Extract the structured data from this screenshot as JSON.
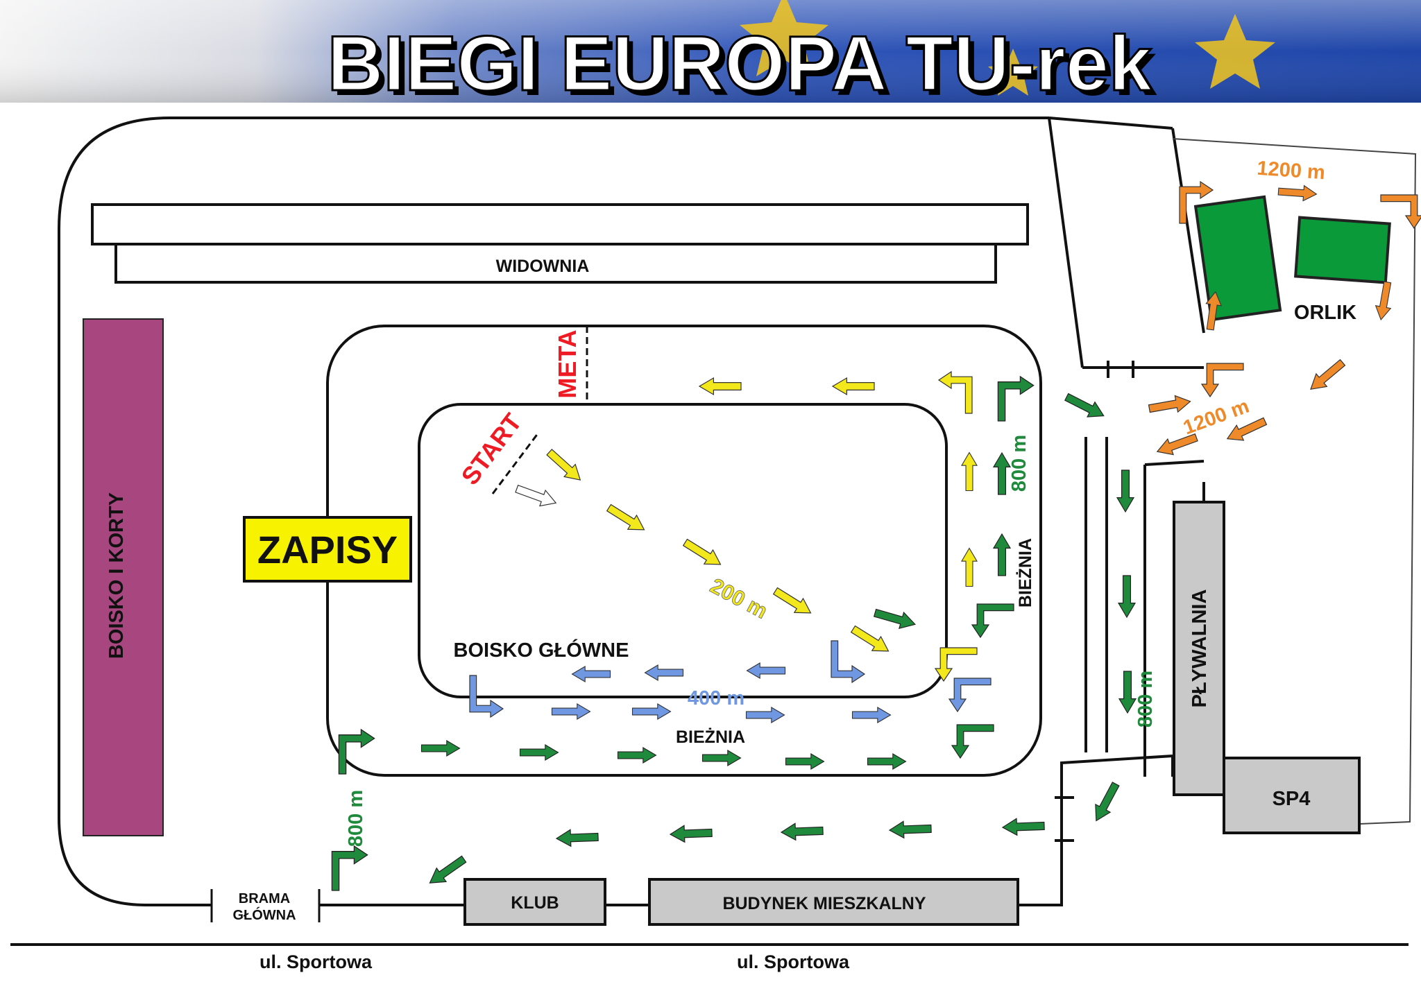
{
  "title": "BIEGI EUROPA TU-rek",
  "colors": {
    "route_800": "#1f8a3c",
    "route_400": "#6f97e2",
    "route_200": "#f2e81c",
    "route_1200": "#ee8a2a",
    "start_white": "#ffffff",
    "boisko_korty": "#a8477f",
    "orlik_field": "#0b9a3a",
    "building": "#c9c9c9",
    "zapisy_bg": "#f7f200",
    "start_meta": "#ee1b24",
    "banner_blue": "#2f55b8",
    "star_gold": "#f2c51d"
  },
  "labels": {
    "widownia": "WIDOWNIA",
    "boisko_korty": "BOISKO I KORTY",
    "zapisy": "ZAPISY",
    "boisko_glowne": "BOISKO GŁÓWNE",
    "biezhnia_bottom": "BIEŻNIA",
    "biezhnia_right": "BIEŻNIA",
    "orlik": "ORLIK",
    "plywalnia": "PŁYWALNIA",
    "sp4": "SP4",
    "klub": "KLUB",
    "budynek": "BUDYNEK MIESZKALNY",
    "brama_line1": "BRAMA",
    "brama_line2": "GŁÓWNA",
    "street_left": "ul. Sportowa",
    "street_right": "ul. Sportowa",
    "start": "START",
    "meta": "META"
  },
  "distances": {
    "d200": "200 m",
    "d400": "400 m",
    "d800_track": "800 m",
    "d800_left": "800 m",
    "d800_road": "800 m",
    "d1200_top": "1200 m",
    "d1200_bottom": "1200 m"
  }
}
